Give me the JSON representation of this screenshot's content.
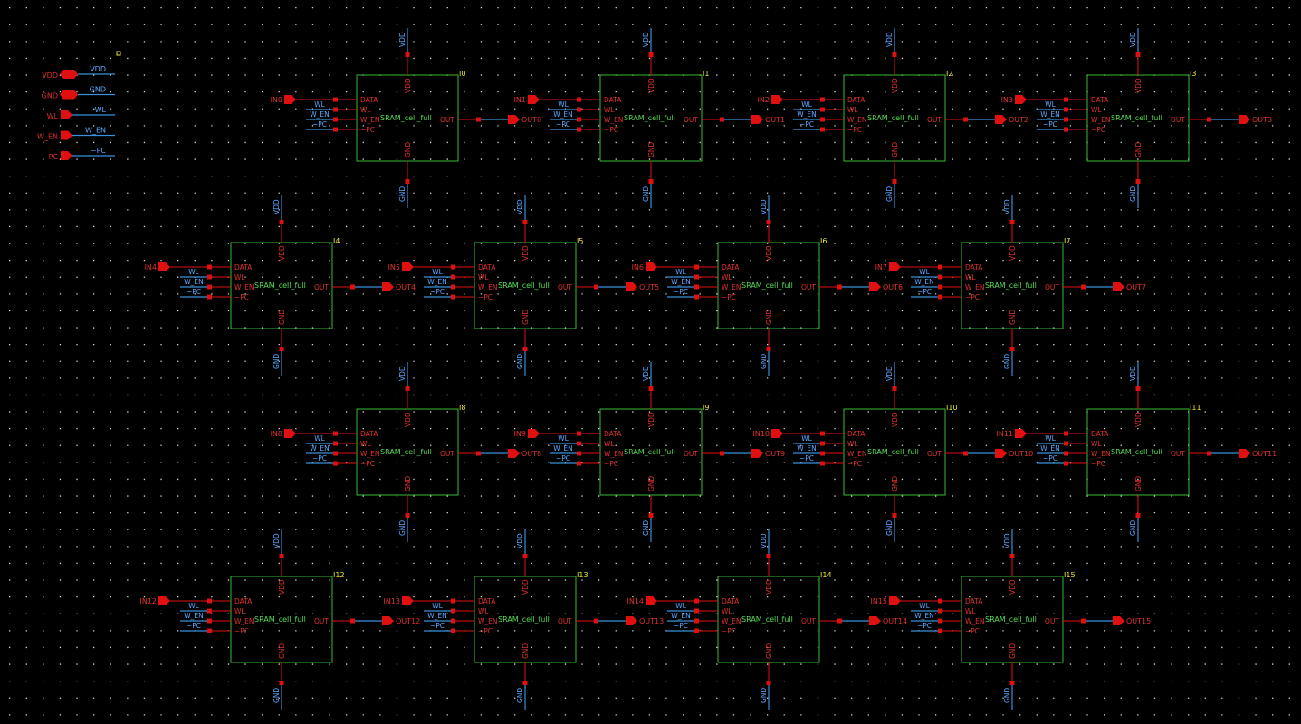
{
  "colors": {
    "background": "#000000",
    "grid_dot": "#d8d8d8",
    "box": "#33bb33",
    "pin": "#e01010",
    "wire": "#3a8fd8",
    "label_red": "#e03030",
    "label_blue": "#5aa8ff",
    "cell_name": "#55dd55",
    "instance": "#e8e830",
    "selection": "#e8e830"
  },
  "cell": {
    "name": "SRAM_cell_full",
    "pin_data": "DATA",
    "pin_wl": "WL",
    "pin_wen": "W_EN",
    "pin_pc": "~PC",
    "pin_out": "OUT",
    "pin_vdd": "VDD",
    "pin_gnd": "GND"
  },
  "net_labels": {
    "vdd": "VDD",
    "gnd": "GND",
    "wl": "WL",
    "wen": "W_EN",
    "pc": "~PC"
  },
  "legend": [
    {
      "pin": "VDD",
      "wire": "VDD",
      "shape": "bidir"
    },
    {
      "pin": "GND",
      "wire": "GND",
      "shape": "bidir"
    },
    {
      "pin": "WL",
      "wire": "WL",
      "shape": "input"
    },
    {
      "pin": "W_EN",
      "wire": "W_EN",
      "shape": "input"
    },
    {
      "pin": "~PC",
      "wire": "~PC",
      "shape": "input"
    }
  ],
  "instances": [
    {
      "id": "I0",
      "in": "IN0",
      "out": "OUT0"
    },
    {
      "id": "I1",
      "in": "IN1",
      "out": "OUT1"
    },
    {
      "id": "I2",
      "in": "IN2",
      "out": "OUT2"
    },
    {
      "id": "I3",
      "in": "IN3",
      "out": "OUT3"
    },
    {
      "id": "I4",
      "in": "IN4",
      "out": "OUT4"
    },
    {
      "id": "I5",
      "in": "IN5",
      "out": "OUT5"
    },
    {
      "id": "I6",
      "in": "IN6",
      "out": "OUT6"
    },
    {
      "id": "I7",
      "in": "IN7",
      "out": "OUT7"
    },
    {
      "id": "I8",
      "in": "IN8",
      "out": "OUT8"
    },
    {
      "id": "I9",
      "in": "IN9",
      "out": "OUT9"
    },
    {
      "id": "I10",
      "in": "IN10",
      "out": "OUT10"
    },
    {
      "id": "I11",
      "in": "IN11",
      "out": "OUT11"
    },
    {
      "id": "I12",
      "in": "IN12",
      "out": "OUT12"
    },
    {
      "id": "I13",
      "in": "IN13",
      "out": "OUT13"
    },
    {
      "id": "I14",
      "in": "IN14",
      "out": "OUT14"
    },
    {
      "id": "I15",
      "in": "IN15",
      "out": "OUT15"
    }
  ]
}
